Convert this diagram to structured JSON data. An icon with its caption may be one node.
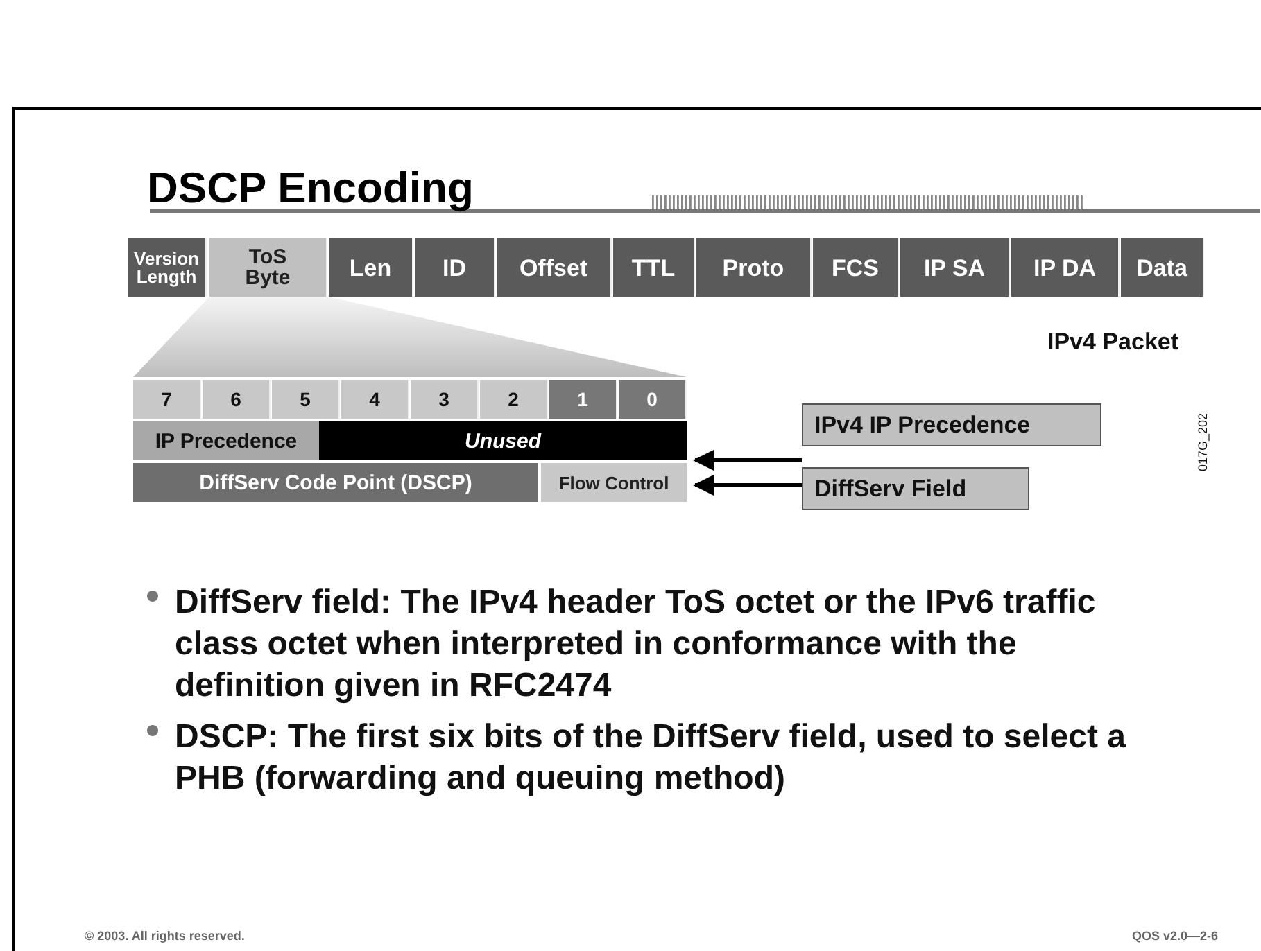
{
  "diagram": {
    "title": "DSCP Encoding",
    "nodes": [
      {
        "text": [
          "Version Length"
        ]
      },
      {
        "text": [
          "ToS Byte"
        ]
      },
      {
        "text": [
          "Len"
        ]
      },
      {
        "text": [
          "ID"
        ]
      },
      {
        "text": [
          "Offset"
        ]
      },
      {
        "text": [
          "TTL"
        ]
      },
      {
        "text": [
          "Proto"
        ]
      },
      {
        "text": [
          "FCS"
        ]
      },
      {
        "text": [
          "IP SA"
        ]
      },
      {
        "text": [
          "IP DA"
        ]
      },
      {
        "text": [
          "Data"
        ]
      },
      {
        "text": [
          "7"
        ]
      },
      {
        "text": [
          "6"
        ]
      },
      {
        "text": [
          "5"
        ]
      },
      {
        "text": [
          "4"
        ]
      },
      {
        "text": [
          "3"
        ]
      },
      {
        "text": [
          "2"
        ]
      },
      {
        "text": [
          "1"
        ]
      },
      {
        "text": [
          "0"
        ]
      },
      {
        "text": [
          "IP Precedence"
        ]
      },
      {
        "text": [
          "Unused"
        ]
      },
      {
        "text": [
          "DiffServ Code Point (DSCP)"
        ]
      },
      {
        "text": [
          "Flow Control"
        ]
      },
      {
        "text": [
          "IPv4 IP Precedence"
        ]
      },
      {
        "text": [
          "DiffServ Field"
        ]
      },
      {
        "text": [],
        "shape": "wedge"
      }
    ],
    "edges": [
      {
        "from": 23,
        "to": 20,
        "arrow": "to"
      },
      {
        "from": 24,
        "to": 22,
        "arrow": "to"
      }
    ],
    "labels": [
      "IPv4 Packet",
      "017G_202",
      "DiffServ field: The IPv4 header ToS octet or the IPv6 traffic class octet when interpreted in conformance with the definition given in RFC2474",
      "DSCP: The first six bits of the DiffServ field, used to select a PHB (forwarding and queuing method)",
      "© 2003. All rights reserved.",
      "QOS v2.0—2-6"
    ]
  }
}
